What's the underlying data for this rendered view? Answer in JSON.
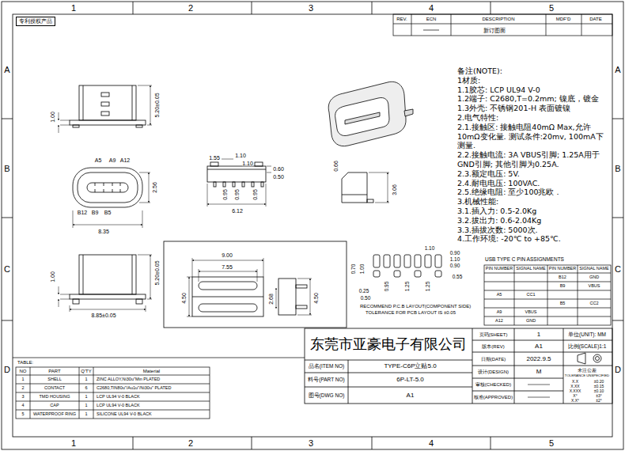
{
  "diagram": {
    "nodes": [
      {
        "text": [
          "专利授权产品"
        ]
      }
    ],
    "labels": [
      "1",
      "2",
      "3",
      "4",
      "5",
      "A",
      "B",
      "C",
      "D",
      "A",
      "B",
      "C",
      "D",
      "1",
      "2",
      "3",
      "4",
      "5",
      "REV.",
      "ECN",
      "DESCRIPTION",
      "MDF'D",
      "DATE",
      "新订图面",
      "备注(NOTE):",
      "1材质:",
      "1.1胶芯: LCP UL94 V-0",
      "1.2端子: C2680,T=0.2mm; 镍底，镀金",
      "1.3外壳: 不锈钢201-H 表面镀镍",
      "2.电气特性:",
      "2.1.接触区: 接触电阻40mΩ Max,允许10mΩ变化量. 测试条件:20mv, 100mA下测量.",
      "2.2.接触电流: 3A VBUS引脚; 1.25A用于GND引脚; 其他引脚为0.25A.",
      "2.3.额定电压: 5V.",
      "2.4.耐电电压: 100VAC.",
      "2.5.绝缘电阻: 至少100兆欧 .",
      "3.机械性能:",
      "3.1.插入力: 0.5-2.0Kg",
      "3.2.拔出力: 0.6-2.04Kg",
      "3.3.插拔次数: 5000次.",
      "4.工作环境: -20℃ to +85℃.",
      "1.00",
      "5.20±0.05",
      "A5",
      "A9",
      "A12",
      "B12",
      "B9",
      "B5",
      "2.56",
      "8.35",
      "1.55",
      "1.10",
      "1.10",
      "0.60",
      "0.50",
      "0.95",
      "0.95",
      "0.95",
      "6.12",
      "0.66",
      "3.06",
      "1.00",
      "5.20±0.05",
      "8.85±0.05",
      "9.00",
      "7.55",
      "4.50",
      "2.68",
      "4.50",
      "1.10",
      "0.90",
      "1.10",
      "0.90",
      "0.70",
      "1.00",
      "0.25",
      "0.50",
      "0.95",
      "1.25",
      "1.25",
      "0.55",
      "RECOMMEND P.C.B LAYOUT(COMPONENT SIDE)",
      "TOLERANCE FOR PCB LAYOUT IS ±0.05",
      "USB TYPE C PIN ASSIGNMENTS",
      "PIN NUMBER",
      "SIGNAL NAME",
      "PIN NUMBER",
      "SIGNAL NAME",
      "B12",
      "GND",
      "B9",
      "VBUS",
      "A5",
      "CC1",
      "B5",
      "CC2",
      "A9",
      "VBUS",
      "A12",
      "GND",
      "东莞市亚豪电子有限公司",
      "品名(ITEM NO)",
      "TYPE-C6P立贴5.0",
      "料号(PART NO)",
      "6P-LT-5.0",
      "图号(DWG NO)",
      "A1",
      "页码(SHEET)",
      "1",
      "单位(UNIT): MM",
      "版本(REV)",
      "A1",
      "比例(SCALE)1:1",
      "日期(DATE)",
      "2022.9.5",
      "设计(DESIGN)",
      "M",
      "审核(CHECKED)",
      "核准(APPROVED)",
      "未注公差",
      "TOLERANCE UNSPECIFIED",
      "X.X",
      "±0.20",
      "X.XX",
      "±0.15",
      "X.XXX",
      "±0.10",
      "X°",
      "±3°",
      "X.X°",
      "±2°",
      "TABLE:",
      "NO",
      "PART",
      "Q'TY",
      "Material",
      "1",
      "SHELL",
      "1",
      "ZINC ALLOY,Ni30u\"Min PLATED",
      "2",
      "CONTACT",
      "6",
      "C2680,TIN80u\"/Au1u\"/Ni30u\" PLATED",
      "3",
      "TMD HOUSING",
      "1",
      "LCP UL94 V-0 BLACK",
      "4",
      "CAP",
      "1",
      "LCP UL94 V-0 BLACK",
      "5",
      "WATERPROOF RING",
      "1",
      "SILICONE UL94 V-0 BLACK"
    ]
  }
}
